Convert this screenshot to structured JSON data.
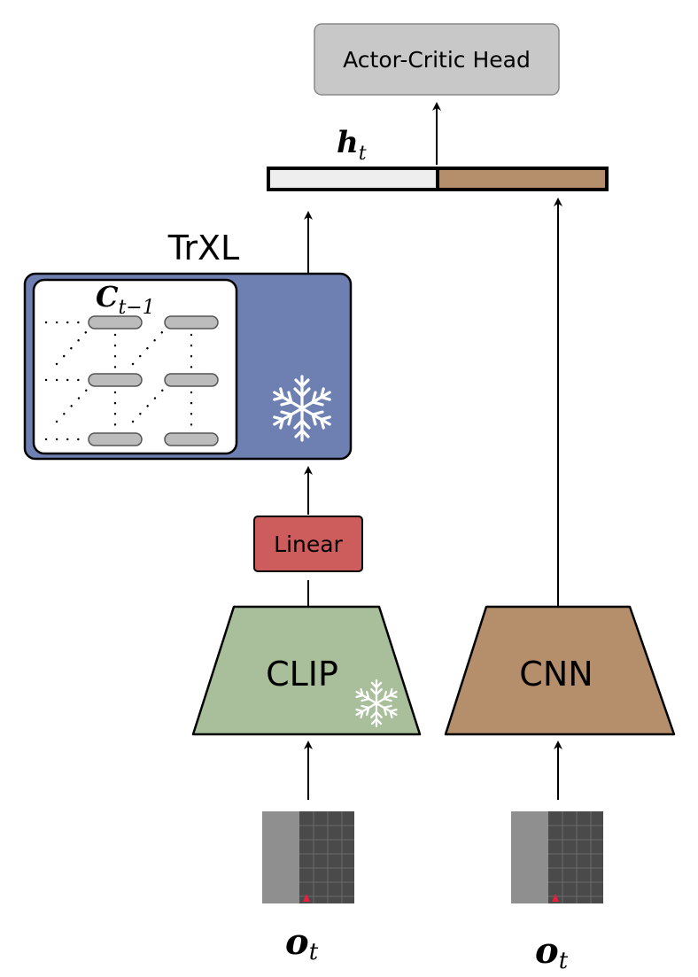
{
  "actor_critic": {
    "label": "Actor-Critic Head",
    "fill": "#c8c8c8"
  },
  "hidden": {
    "symbol": "h",
    "subscript": "t",
    "left_fill": "#eeeeee",
    "right_fill": "#b58e6c"
  },
  "trxl": {
    "label": "TrXL",
    "fill": "#6e80b1",
    "memory_symbol": "C",
    "memory_subscript": "t−1",
    "frozen": true
  },
  "linear": {
    "label": "Linear",
    "fill": "#cd5c5c"
  },
  "clip": {
    "label": "CLIP",
    "fill": "#a9bf9b",
    "frozen": true
  },
  "cnn": {
    "label": "CNN",
    "fill": "#b58e6c"
  },
  "observations": [
    {
      "symbol": "o",
      "subscript": "t"
    },
    {
      "symbol": "o",
      "subscript": "t"
    }
  ],
  "icons": {
    "frozen": "snowflake-icon"
  }
}
